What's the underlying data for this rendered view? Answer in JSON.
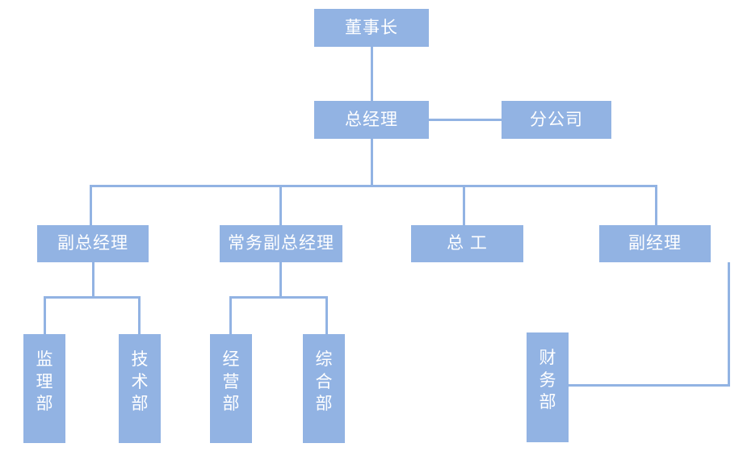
{
  "chart": {
    "type": "org-chart",
    "title": "",
    "accent_color": "#92b3e3",
    "line_color": "#92b3e3",
    "text_color": "#ffffff",
    "background_color": "#ffffff",
    "orientation": "top-down"
  },
  "nodes": {
    "chairman": {
      "label": "董事长",
      "level": 1,
      "text_direction": "horizontal"
    },
    "general_manager": {
      "label": "总经理",
      "level": 2,
      "text_direction": "horizontal"
    },
    "branch_company": {
      "label": "分公司",
      "level": 2,
      "text_direction": "horizontal"
    },
    "deputy_general_manager": {
      "label": "副总经理",
      "level": 3,
      "text_direction": "horizontal"
    },
    "executive_deputy_gm": {
      "label": "常务副总经理",
      "level": 3,
      "text_direction": "horizontal"
    },
    "chief_engineer": {
      "label": "总 工",
      "level": 3,
      "text_direction": "horizontal"
    },
    "deputy_manager": {
      "label": "副经理",
      "level": 3,
      "text_direction": "horizontal"
    },
    "supervision_dept": {
      "label": "监理部",
      "level": 4,
      "text_direction": "vertical"
    },
    "technical_dept": {
      "label": "技术部",
      "level": 4,
      "text_direction": "vertical"
    },
    "business_dept": {
      "label": "经营部",
      "level": 4,
      "text_direction": "vertical"
    },
    "general_affairs_dept": {
      "label": "综合部",
      "level": 4,
      "text_direction": "vertical"
    },
    "finance_dept": {
      "label": "财务部",
      "level": 4,
      "text_direction": "vertical"
    }
  },
  "edges": [
    {
      "from": "chairman",
      "to": "general_manager"
    },
    {
      "from": "general_manager",
      "to": "branch_company"
    },
    {
      "from": "general_manager",
      "to": "deputy_general_manager"
    },
    {
      "from": "general_manager",
      "to": "executive_deputy_gm"
    },
    {
      "from": "general_manager",
      "to": "chief_engineer"
    },
    {
      "from": "general_manager",
      "to": "deputy_manager"
    },
    {
      "from": "deputy_general_manager",
      "to": "supervision_dept"
    },
    {
      "from": "deputy_general_manager",
      "to": "technical_dept"
    },
    {
      "from": "executive_deputy_gm",
      "to": "business_dept"
    },
    {
      "from": "executive_deputy_gm",
      "to": "general_affairs_dept"
    },
    {
      "from": "deputy_manager",
      "to": "finance_dept"
    }
  ]
}
